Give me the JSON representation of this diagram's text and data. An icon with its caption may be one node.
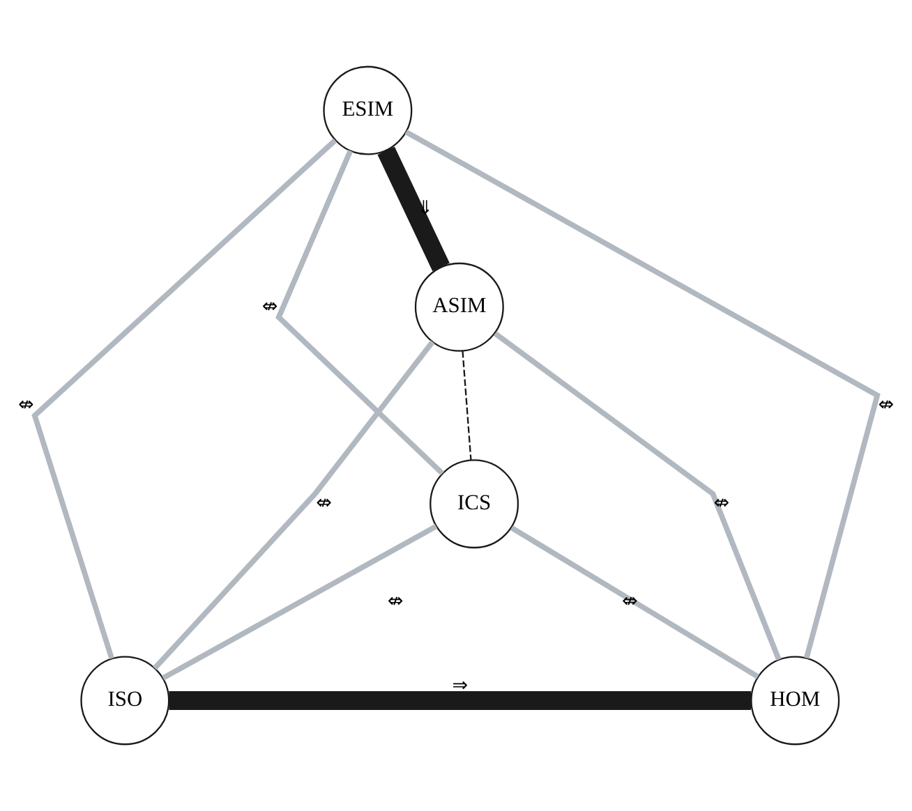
{
  "diagram": {
    "nodes": [
      {
        "text": [
          "ESIM"
        ]
      },
      {
        "text": [
          "ASIM"
        ]
      },
      {
        "text": [
          "ICS"
        ]
      },
      {
        "text": [
          "ISO"
        ]
      },
      {
        "text": [
          "HOM"
        ]
      }
    ],
    "edges": [
      {
        "from": 0,
        "to": 1,
        "arrow": "none",
        "label": "⇓",
        "style": "thick",
        "color": "#1a1a1a"
      },
      {
        "from": 0,
        "to": 3,
        "arrow": "none",
        "label": "⇎"
      },
      {
        "from": 0,
        "to": 2,
        "arrow": "none",
        "label": "⇎"
      },
      {
        "from": 0,
        "to": 4,
        "arrow": "none",
        "label": "⇎"
      },
      {
        "from": 1,
        "to": 3,
        "arrow": "none",
        "label": "⇎"
      },
      {
        "from": 1,
        "to": 4,
        "arrow": "none",
        "label": "⇎"
      },
      {
        "from": 1,
        "to": 2,
        "arrow": "none",
        "style": "dashed",
        "color": "#1a1a1a"
      },
      {
        "from": 2,
        "to": 3,
        "arrow": "none",
        "label": "⇎"
      },
      {
        "from": 2,
        "to": 4,
        "arrow": "none",
        "label": "⇎"
      },
      {
        "from": 3,
        "to": 4,
        "arrow": "none",
        "label": "⇒",
        "style": "thick",
        "color": "#1a1a1a"
      }
    ]
  }
}
